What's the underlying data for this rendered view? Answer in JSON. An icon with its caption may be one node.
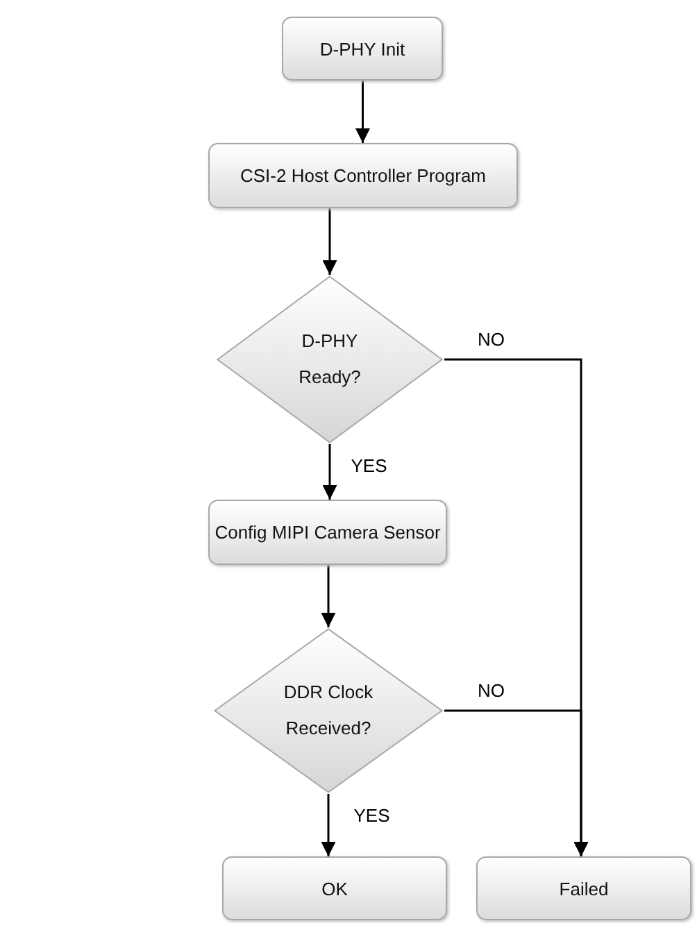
{
  "diagram": {
    "nodes": [
      {
        "text": [
          "D-PHY Init"
        ]
      },
      {
        "text": [
          "CSI-2 Host Controller Program"
        ]
      },
      {
        "text": [
          "D-PHY Ready?"
        ]
      },
      {
        "text": [
          "Config MIPI Camera Sensor"
        ]
      },
      {
        "text": [
          "DDR Clock Received?"
        ]
      },
      {
        "text": [
          "OK"
        ]
      },
      {
        "text": [
          "Failed"
        ]
      }
    ],
    "edges": [
      {
        "from": 0,
        "to": 1,
        "arrow": "to"
      },
      {
        "from": 1,
        "to": 2,
        "arrow": "to"
      },
      {
        "from": 2,
        "to": 3,
        "arrow": "to",
        "label": "YES"
      },
      {
        "from": 3,
        "to": 4,
        "arrow": "to"
      },
      {
        "from": 4,
        "to": 5,
        "arrow": "to",
        "label": "YES"
      },
      {
        "from": 2,
        "to": 6,
        "arrow": "to",
        "label": "NO"
      },
      {
        "from": 4,
        "to": 6,
        "arrow": "to",
        "label": "NO"
      }
    ]
  }
}
